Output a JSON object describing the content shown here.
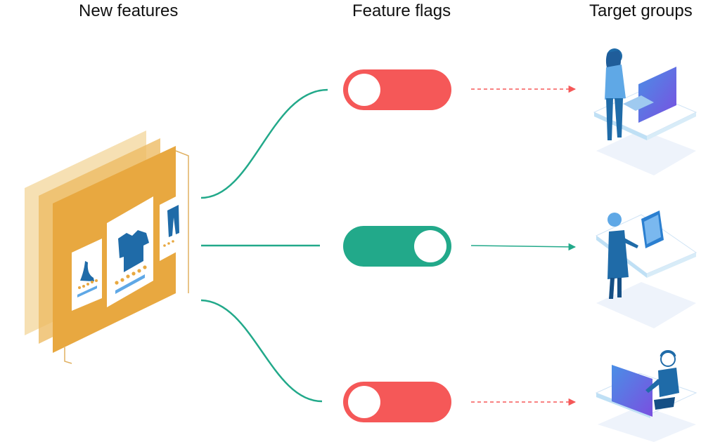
{
  "columns": {
    "features": "New features",
    "flags": "Feature flags",
    "groups": "Target groups"
  },
  "flags": [
    {
      "state": "off",
      "color": "#f55858"
    },
    {
      "state": "on",
      "color": "#22a98a"
    },
    {
      "state": "off",
      "color": "#f55858"
    }
  ],
  "colors": {
    "connector": "#22a98a",
    "flag_off": "#f55858",
    "flag_on": "#22a98a",
    "feature_stack": "#e8a840",
    "person": "#1f6ba8",
    "monitor": "#5a5fe0"
  },
  "icons": [
    "feature-stack-icon",
    "shoe-card-icon",
    "tshirt-card-icon",
    "jeans-card-icon",
    "person-at-desk-icon"
  ]
}
